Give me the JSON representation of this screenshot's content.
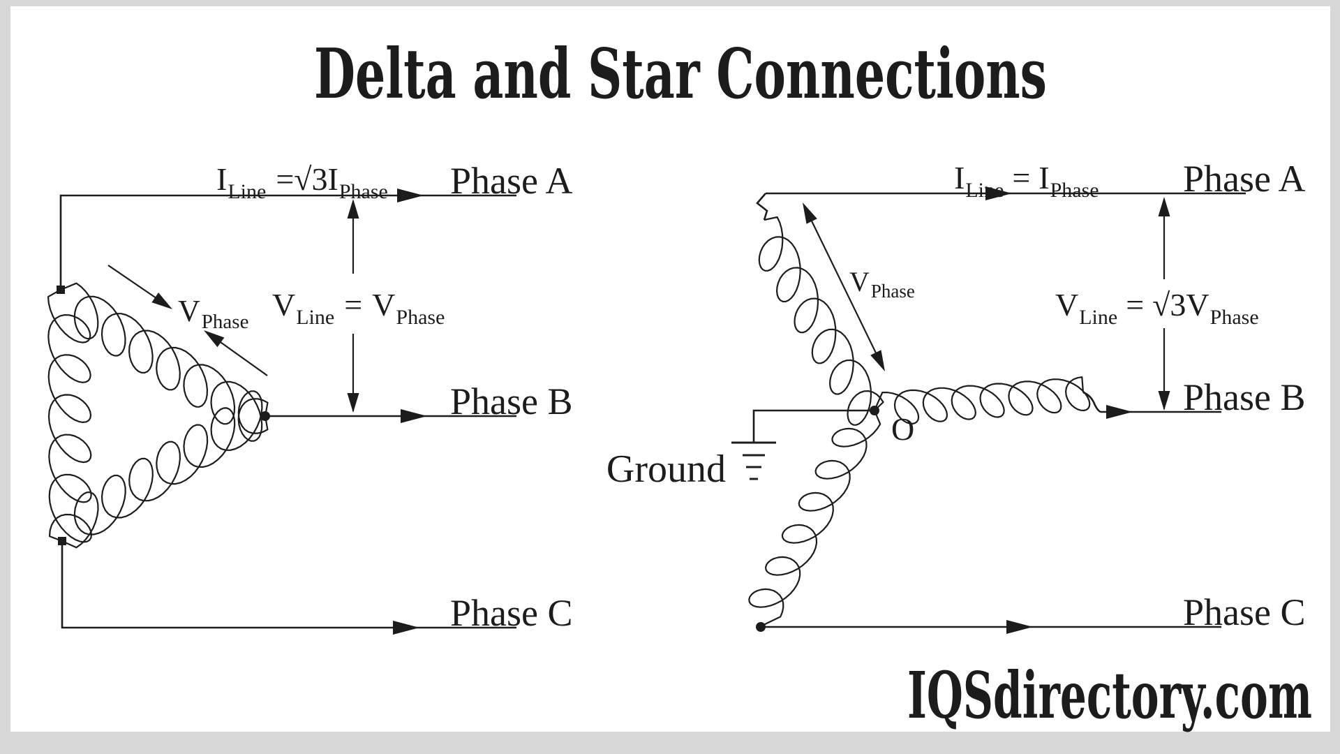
{
  "colors": {
    "background": "#d7d7d7",
    "canvas": "#ffffff",
    "ink": "#1c1c1c"
  },
  "title": "Delta and Star Connections",
  "watermark": "IQSdirectory.com",
  "delta": {
    "current_formula": {
      "lhs": "I",
      "lhs_sub": "Line",
      "eq": "=",
      "coef": "√3",
      "rhs": "I",
      "rhs_sub": "Phase"
    },
    "voltage_formula": {
      "lhs": "V",
      "lhs_sub": "Line",
      "eq": "=",
      "rhs": "V",
      "rhs_sub": "Phase"
    },
    "winding_label": {
      "base": "V",
      "sub": "Phase"
    },
    "phase_a": "Phase A",
    "phase_b": "Phase B",
    "phase_c": "Phase C"
  },
  "star": {
    "current_formula": {
      "lhs": "I",
      "lhs_sub": "Line",
      "eq": "=",
      "rhs": "I",
      "rhs_sub": "Phase"
    },
    "voltage_formula": {
      "lhs": "V",
      "lhs_sub": "Line",
      "eq": "=",
      "coef": "√3",
      "rhs": "V",
      "rhs_sub": "Phase"
    },
    "winding_label": {
      "base": "V",
      "sub": "Phase"
    },
    "neutral_label": "O",
    "ground_label": "Ground",
    "phase_a": "Phase A",
    "phase_b": "Phase B",
    "phase_c": "Phase C"
  }
}
